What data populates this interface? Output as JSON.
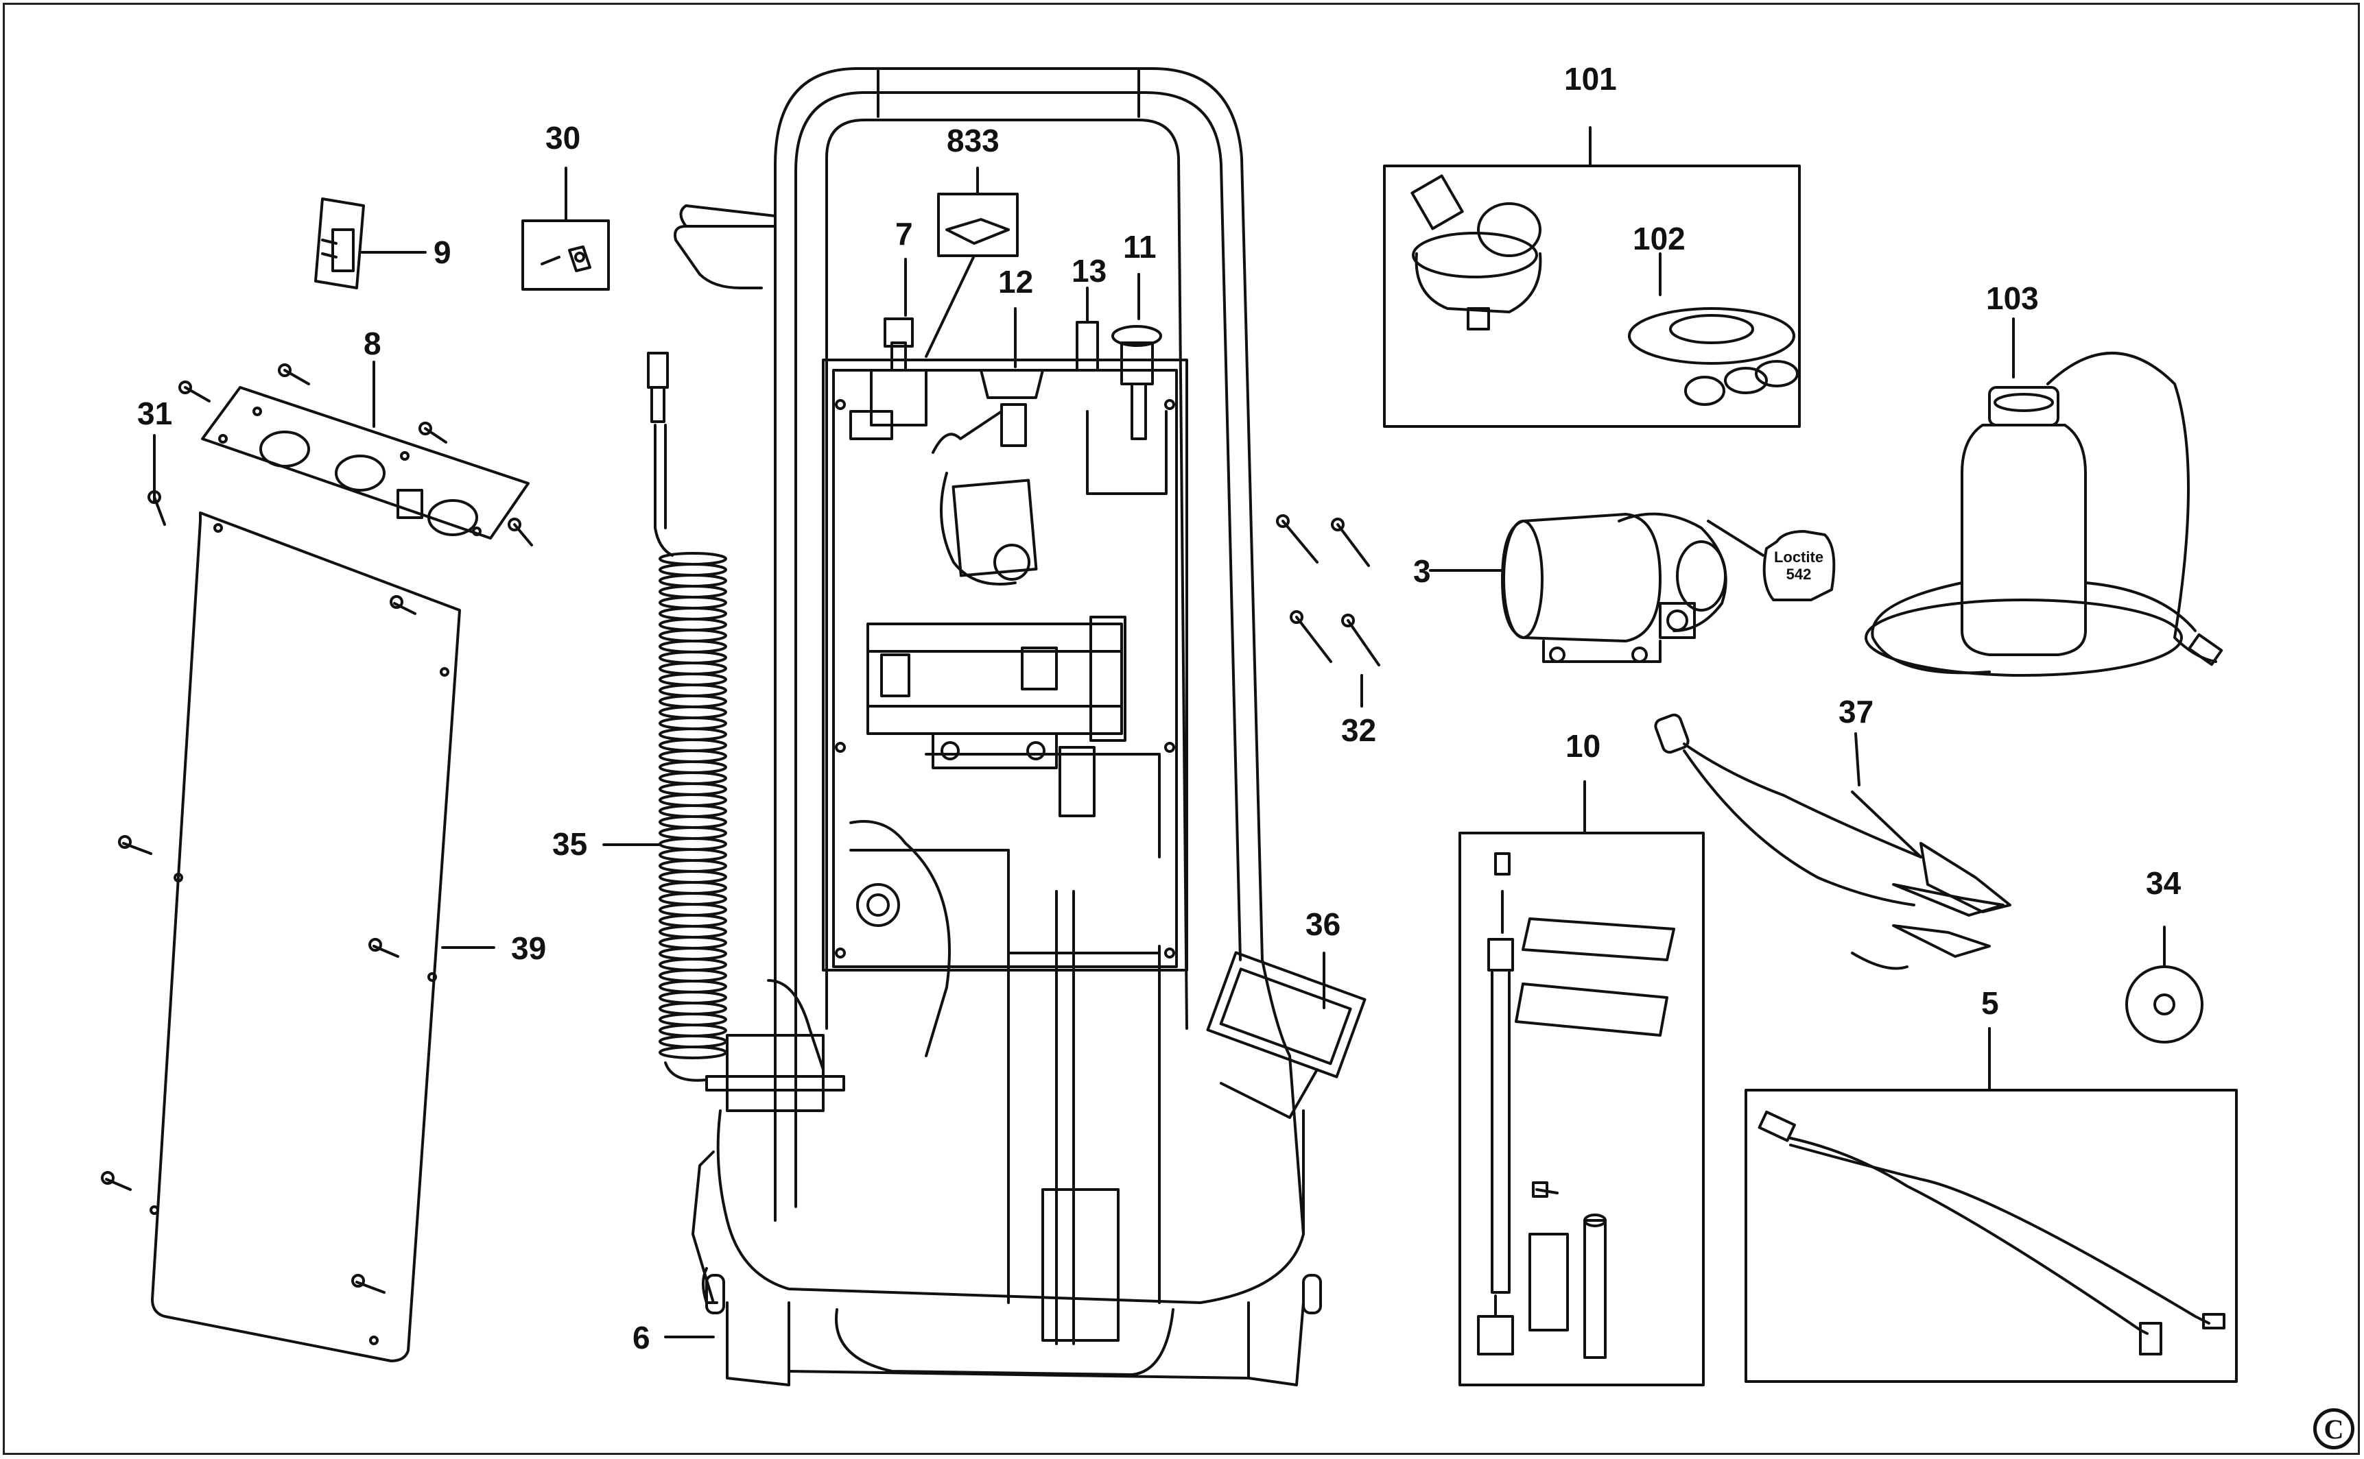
{
  "diagram": {
    "part_numbers": [
      "101",
      "102",
      "103",
      "30",
      "833",
      "7",
      "12",
      "13",
      "11",
      "9",
      "8",
      "31",
      "3",
      "32",
      "10",
      "37",
      "35",
      "39",
      "36",
      "34",
      "5",
      "6"
    ],
    "labels": {
      "p101": "101",
      "p102": "102",
      "p103": "103",
      "p30": "30",
      "p833": "833",
      "p7": "7",
      "p12": "12",
      "p13": "13",
      "p11": "11",
      "p9": "9",
      "p8": "8",
      "p31": "31",
      "p3": "3",
      "p32": "32",
      "p10": "10",
      "p37": "37",
      "p35": "35",
      "p39": "39",
      "p36": "36",
      "p34": "34",
      "p5": "5",
      "p6": "6"
    },
    "loctite_label": "Loctite",
    "loctite_code": "542",
    "copyright_symbol": "C"
  },
  "colors": {
    "line": "#111111",
    "background": "#ffffff"
  }
}
